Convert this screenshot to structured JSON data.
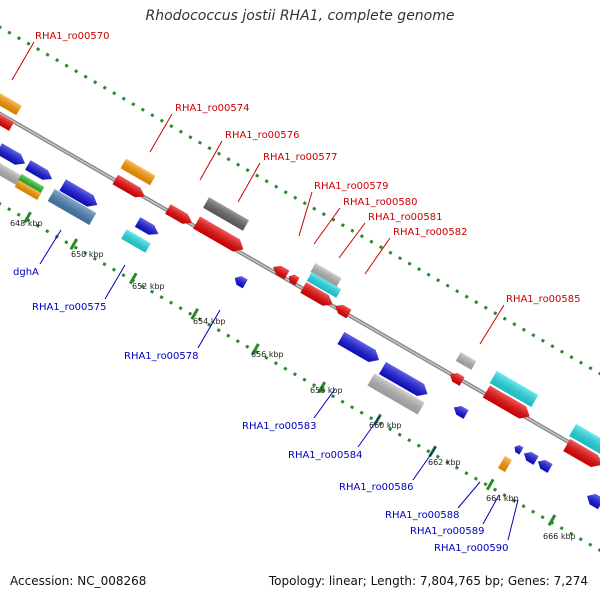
{
  "title": "Rhodococcus jostii RHA1, complete genome",
  "footer": {
    "accession": "Accession: NC_008268",
    "summary": "Topology: linear; Length: 7,804,765 bp; Genes: 7,274"
  },
  "colors": {
    "backbone": "#8a8a8a",
    "tick_green": "#2a8a2a",
    "red_label": "#cc0000",
    "blue_label": "#0000bb",
    "orange": "#ff9900",
    "red": "#ee0000",
    "blue": "#1111dd",
    "cyan": "#22e0e8",
    "grey": "#b8b8b8",
    "darkgrey": "#666666",
    "steel": "#4a80b8",
    "green": "#22bb22"
  },
  "scale_labels": [
    "648 kbp",
    "650 kbp",
    "652 kbp",
    "654 kbp",
    "656 kbp",
    "658 kbp",
    "660 kbp",
    "662 kbp",
    "664 kbp",
    "666 kbp"
  ],
  "red_labels": [
    "RHA1_ro00570",
    "RHA1_ro00574",
    "RHA1_ro00576",
    "RHA1_ro00577",
    "RHA1_ro00579",
    "RHA1_ro00580",
    "RHA1_ro00581",
    "RHA1_ro00582",
    "RHA1_ro00585"
  ],
  "blue_labels": [
    "dghA",
    "RHA1_ro00575",
    "RHA1_ro00578",
    "RHA1_ro00583",
    "RHA1_ro00584",
    "RHA1_ro00586",
    "RHA1_ro00588",
    "RHA1_ro00589",
    "RHA1_ro00590"
  ]
}
